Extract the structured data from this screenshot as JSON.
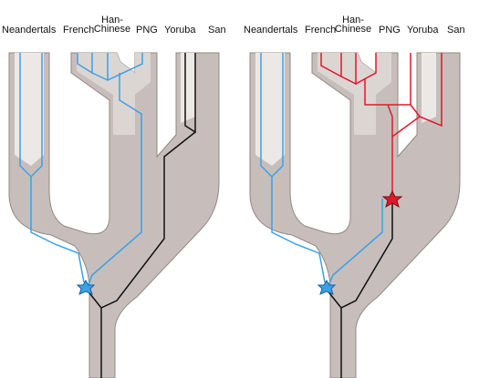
{
  "labels": {
    "neandertals": "Neandertals",
    "french": "French",
    "han_chinese": "Han-\nChinese",
    "png": "PNG",
    "yoruba": "Yoruba",
    "san": "San"
  },
  "colors": {
    "tree_fill": "#c7bebb",
    "tree_outline": "#8f8886",
    "inner_fill": "#dcd6d3",
    "inner_light": "#ece8e6",
    "blue_line": "#3aa1e6",
    "red_line": "#e0182b",
    "black_line": "#111111"
  }
}
